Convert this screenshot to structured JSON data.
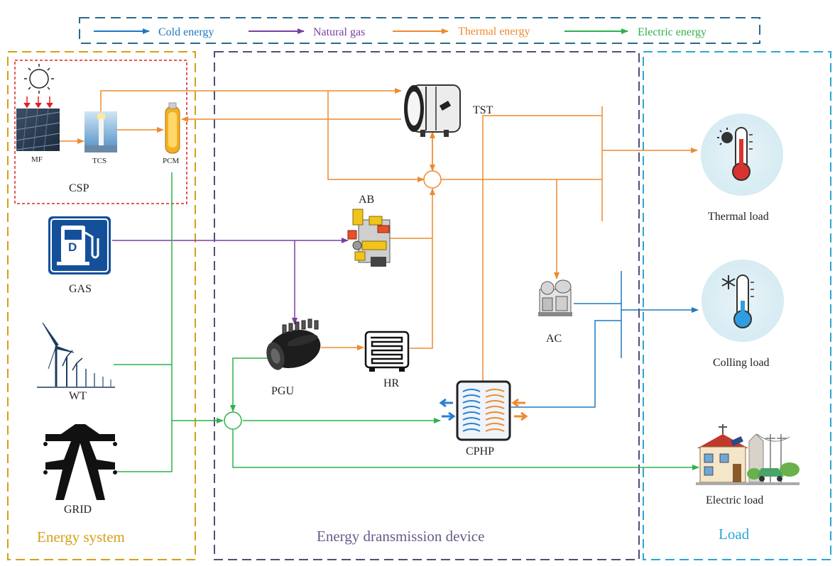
{
  "legend": {
    "cold": "Cold energy",
    "gas": "Natural gas",
    "thermal": "Thermal energy",
    "electric": "Electric energy"
  },
  "regions": {
    "energy_system": "Energy system",
    "transmission": "Energy dransmission device",
    "load": "Load"
  },
  "components": {
    "mf": "MF",
    "tcs": "TCS",
    "pcm": "PCM",
    "csp": "CSP",
    "gas": "GAS",
    "wt": "WT",
    "grid": "GRID",
    "tst": "TST",
    "ab": "AB",
    "pgu": "PGU",
    "hr": "HR",
    "cphp": "CPHP",
    "ac": "AC"
  },
  "loads": {
    "thermal": "Thermal load",
    "cooling": "Colling load",
    "electric": "Electric load"
  },
  "colors": {
    "cold": "#1f78c1",
    "gas": "#7a3fa0",
    "thermal": "#ee8a2e",
    "electric": "#2db24a",
    "energy_system_border": "#d4a017",
    "transmission_border": "#5a4a7a",
    "load_border": "#2aa6d8",
    "legend_border": "#2a6a8a",
    "csp_border": "#e02020"
  }
}
